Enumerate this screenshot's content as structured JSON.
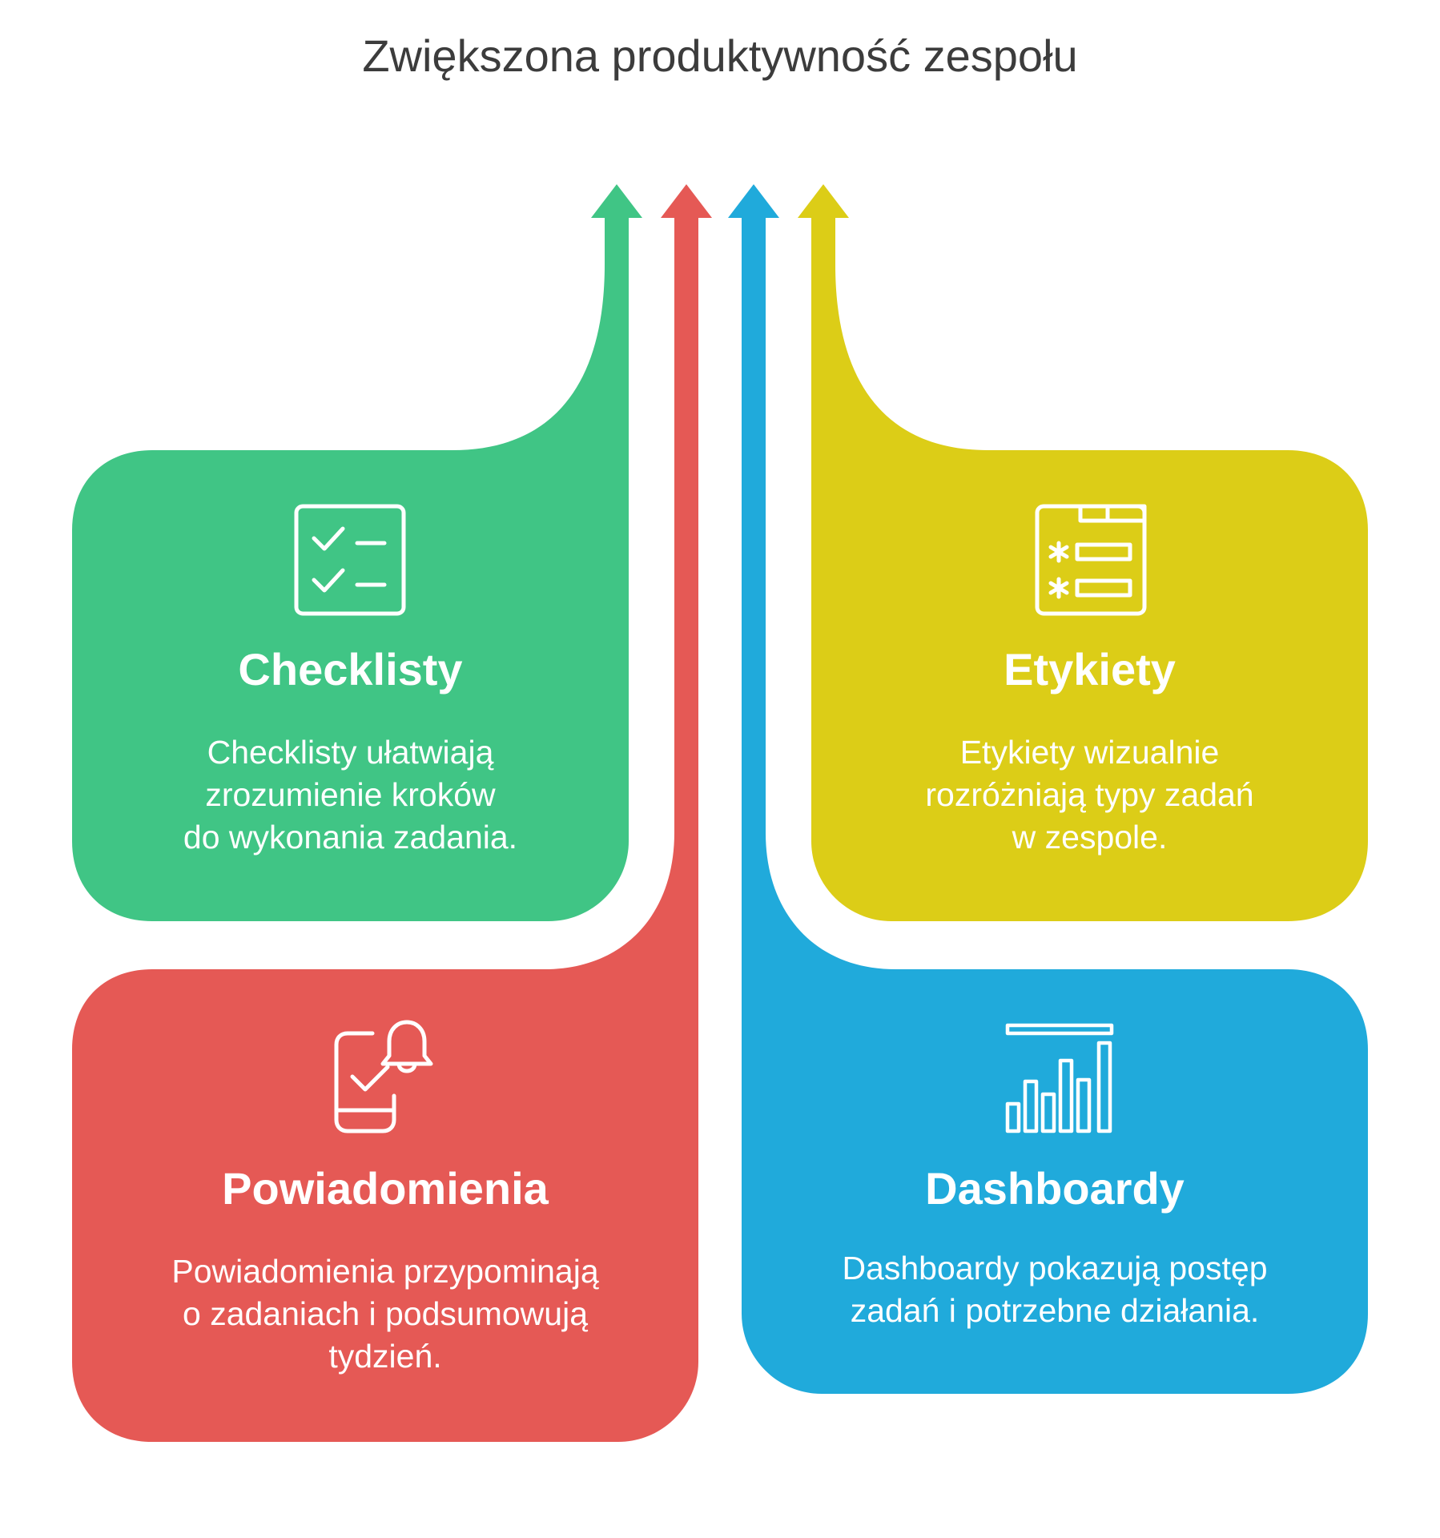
{
  "title": "Zwiększona produktywność zespołu",
  "colors": {
    "green": "#40c585",
    "red": "#e55955",
    "blue": "#20aadb",
    "yellow": "#dccd17",
    "title_text": "#3c3c3c",
    "card_text": "#ffffff"
  },
  "cards": [
    {
      "key": "checklisty",
      "heading": "Checklisty",
      "lines": [
        "Checklisty ułatwiają",
        "zrozumienie kroków",
        "do wykonania zadania."
      ],
      "color": "green",
      "icon": "checklist-icon"
    },
    {
      "key": "etykiety",
      "heading": "Etykiety",
      "lines": [
        "Etykiety wizualnie",
        "rozróżniają typy zadań",
        "w zespole."
      ],
      "color": "yellow",
      "icon": "label-board-icon"
    },
    {
      "key": "powiadomienia",
      "heading": "Powiadomienia",
      "lines": [
        "Powiadomienia przypominają",
        "o zadaniach i podsumowują",
        "tydzień."
      ],
      "color": "red",
      "icon": "phone-bell-icon"
    },
    {
      "key": "dashboardy",
      "heading": "Dashboardy",
      "lines": [
        "Dashboardy pokazują postęp",
        "zadań i potrzebne działania."
      ],
      "color": "blue",
      "icon": "bar-chart-icon"
    }
  ]
}
